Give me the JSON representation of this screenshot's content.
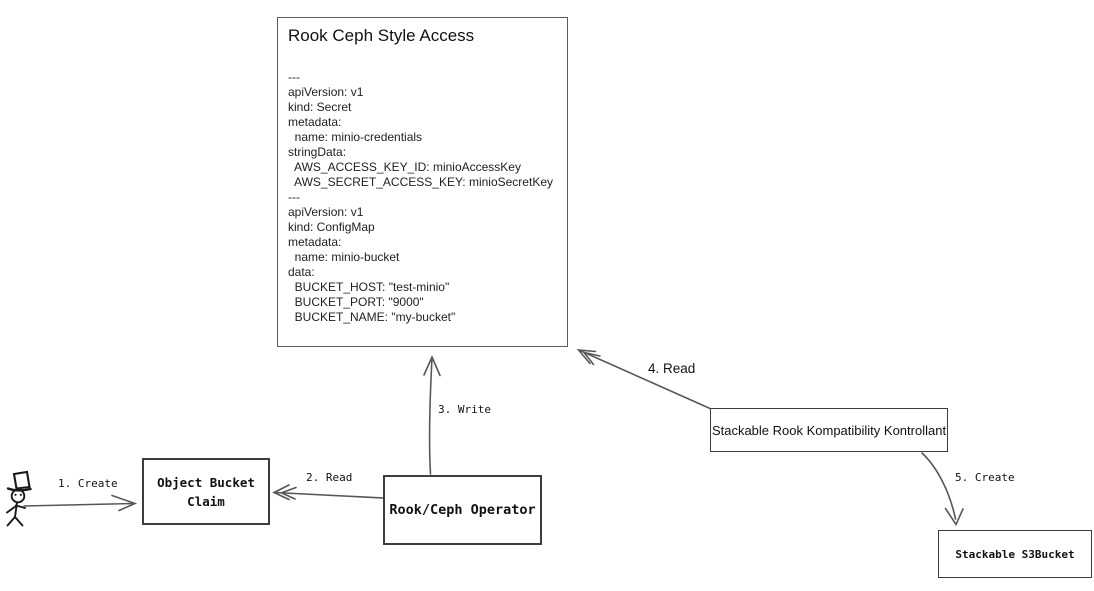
{
  "diagram": {
    "main_box": {
      "title": "Rook Ceph Style Access",
      "yaml_lines": [
        "---",
        "apiVersion: v1",
        "kind: Secret",
        "metadata:",
        "  name: minio-credentials",
        "stringData:",
        "  AWS_ACCESS_KEY_ID: minioAccessKey",
        "  AWS_SECRET_ACCESS_KEY: minioSecretKey",
        "---",
        "apiVersion: v1",
        "kind: ConfigMap",
        "metadata:",
        "  name: minio-bucket",
        "data:",
        "  BUCKET_HOST: \"test-minio\"",
        "  BUCKET_PORT: \"9000\"",
        "  BUCKET_NAME: \"my-bucket\""
      ]
    },
    "nodes": {
      "object_bucket_claim": {
        "label": "Object Bucket Claim"
      },
      "rook_ceph_operator": {
        "label": "Rook/Ceph Operator"
      },
      "kontrollant": {
        "label": "Stackable Rook Kompatibility Kontrollant"
      },
      "s3bucket": {
        "label": "Stackable S3Bucket"
      }
    },
    "actor": {
      "description": "stick figure person wearing a top hat"
    },
    "edges": [
      {
        "label": "1. Create",
        "from": "user",
        "to": "object-bucket-claim"
      },
      {
        "label": "2. Read",
        "from": "rook-ceph-operator",
        "to": "object-bucket-claim"
      },
      {
        "label": "3. Write",
        "from": "rook-ceph-operator",
        "to": "rook-ceph-style-access"
      },
      {
        "label": "4. Read",
        "from": "stackable-rook-kompatibility-kontrollant",
        "to": "rook-ceph-style-access"
      },
      {
        "label": "5. Create",
        "from": "stackable-rook-kompatibility-kontrollant",
        "to": "stackable-s3bucket"
      }
    ],
    "colors": {
      "background": "#ffffff",
      "box_border": "#3d3d3d",
      "main_box_border": "#5c5c5c",
      "arrow": "#575757",
      "text": "#111111"
    }
  }
}
